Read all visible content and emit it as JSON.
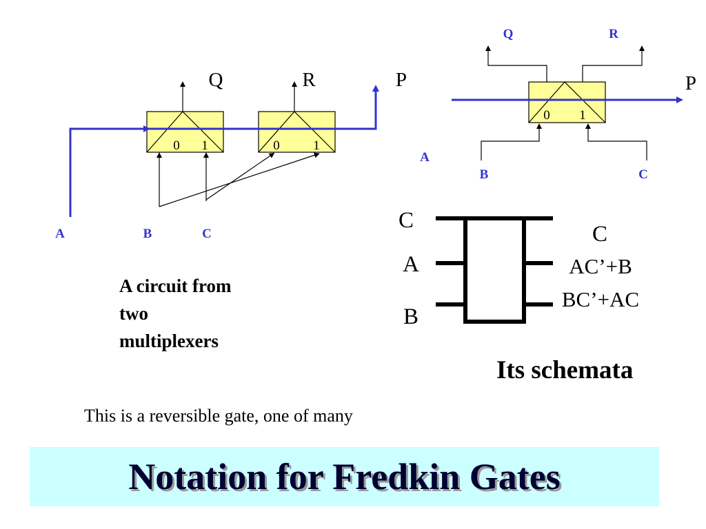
{
  "colors": {
    "signal_line": "#3333cc",
    "mux_fill": "#ffff99",
    "blue_label": "#3333cc",
    "title_bg": "#ccffff"
  },
  "left_circuit": {
    "output_q": "Q",
    "output_r": "R",
    "output_p": "P",
    "mux1_in0": "0",
    "mux1_in1": "1",
    "mux2_in0": "0",
    "mux2_in1": "1",
    "input_a": "A",
    "input_b": "B",
    "input_c": "C"
  },
  "right_circuit": {
    "output_q": "Q",
    "output_r": "R",
    "output_p": "P",
    "mux_in0": "0",
    "mux_in1": "1",
    "input_a": "A",
    "input_b": "B",
    "input_c": "C"
  },
  "schematic": {
    "in_c": "C",
    "in_a": "A",
    "in_b": "B",
    "out_1": "C",
    "out_2": "AC’+B",
    "out_3": "BC’+AC"
  },
  "caption": {
    "line1": "A circuit from",
    "line2": "two",
    "line3": "multiplexers"
  },
  "schemata_title": "Its schemata",
  "subtitle": "This is a reversible gate, one of many",
  "slide_title": "Notation for Fredkin Gates"
}
